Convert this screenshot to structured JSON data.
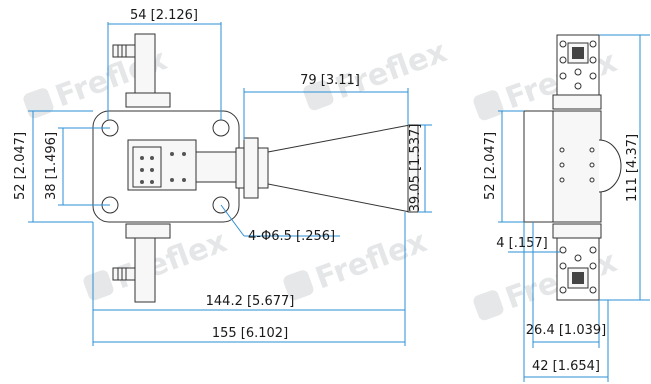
{
  "watermark": "Freflex",
  "dimensions": {
    "top_width": "54 [2.126]",
    "horn_length": "79 [3.11]",
    "left_outer": "52 [2.047]",
    "left_inner": "38 [1.496]",
    "horn_aperture": "39.05 [1.537]",
    "hole_spec": "4-Φ6.5 [.256]",
    "overall_144": "144.2 [5.677]",
    "overall_155": "155 [6.102]",
    "side_height": "52 [2.047]",
    "side_thickness": "4 [.157]",
    "side_total": "111 [4.37]",
    "side_width_inner": "26.4 [1.039]",
    "side_width_outer": "42 [1.654]"
  },
  "colors": {
    "dimension_line": "#2b8fd6",
    "outline": "#333333",
    "watermark": "#cfd3d7"
  }
}
